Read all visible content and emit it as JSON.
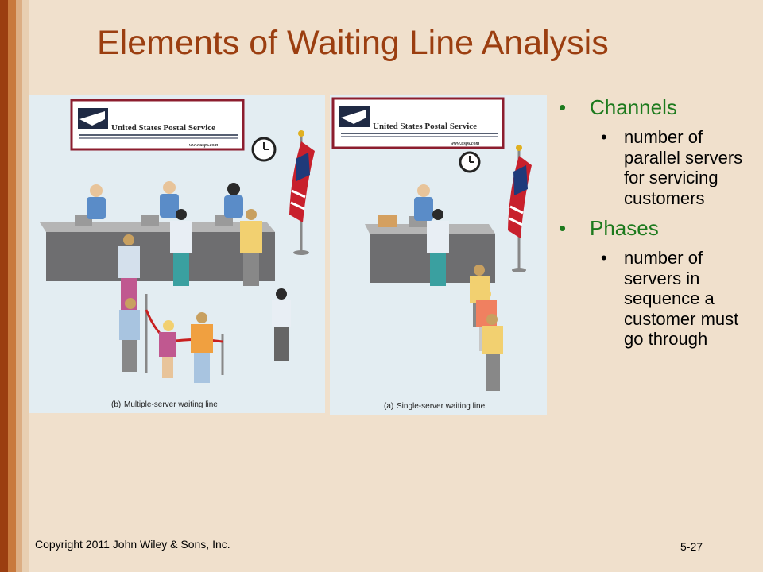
{
  "slide": {
    "title": "Elements of Waiting Line Analysis",
    "copyright": "Copyright 2011 John Wiley & Sons, Inc.",
    "page_number": "5-27"
  },
  "figures": {
    "multi_server": {
      "sign_text": "United States Postal Service",
      "sign_url": "www.usps.com",
      "caption_letter": "(b)",
      "caption_text": "Multiple-server waiting line"
    },
    "single_server": {
      "sign_text": "United States Postal Service",
      "sign_url": "www.usps.com",
      "caption_letter": "(a)",
      "caption_text": "Single-server waiting line"
    }
  },
  "bullets": [
    {
      "heading": "Channels",
      "detail": "number of parallel servers for servicing customers"
    },
    {
      "heading": "Phases",
      "detail": "number of servers in sequence a customer must go through"
    }
  ],
  "colors": {
    "title": "#9b3e10",
    "bullet_heading": "#1d7a1d",
    "background": "#f0e0cc"
  },
  "icons": [
    "usps-eagle-logo-icon",
    "clock-icon",
    "american-flag-icon"
  ]
}
